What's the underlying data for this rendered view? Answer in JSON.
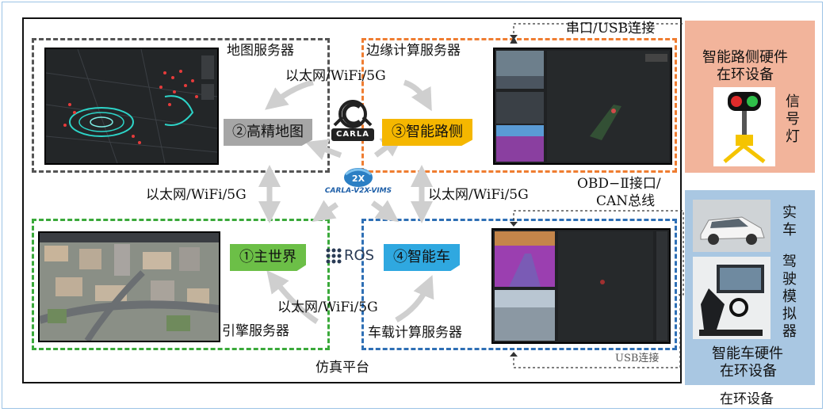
{
  "labels": {
    "map_server": "地图服务器",
    "edge_server": "边缘计算服务器",
    "engine_server": "引擎服务器",
    "vehicle_server": "车载计算服务器",
    "sim_platform": "仿真平台",
    "hil_devices": "在环设备",
    "serial_usb": "串口/USB连接",
    "obd_can_line1": "OBD−Ⅱ接口/",
    "obd_can_line2": "CAN总线",
    "usb_conn": "USB连接",
    "link_top": "以太网/WiFi/5G",
    "link_left": "以太网/WiFi/5G",
    "link_right": "以太网/WiFi/5G",
    "link_bottom": "以太网/WiFi/5G"
  },
  "nodes": {
    "hd_map": "②高精地图",
    "smart_roadside": "③智能路侧",
    "main_world": "①主世界",
    "smart_vehicle": "④智能车"
  },
  "logos": {
    "carla": "CARLA",
    "carla_v2x": "CARLA-V2X-VIMS",
    "ros": "ROS"
  },
  "roadside_hw": {
    "title_line1": "智能路侧硬件",
    "title_line2": "在环设备",
    "signal_label": "信号灯"
  },
  "vehicle_hw": {
    "real_car_label": "实车",
    "driving_sim_label": "驾驶模拟器",
    "title_line1": "智能车硬件",
    "title_line2": "在环设备"
  },
  "colors": {
    "map_box": "#555555",
    "edge_box": "#ef7d31",
    "engine_box": "#3aa93a",
    "vehicle_box": "#2e6fb5",
    "hd_map_tag": "#a6a6a6",
    "roadside_tag": "#f5b700",
    "world_tag": "#6cbf47",
    "vehicle_tag": "#2fa8e0",
    "roadside_panel": "#f2b49b",
    "vehicle_panel": "#a9c7e2"
  }
}
